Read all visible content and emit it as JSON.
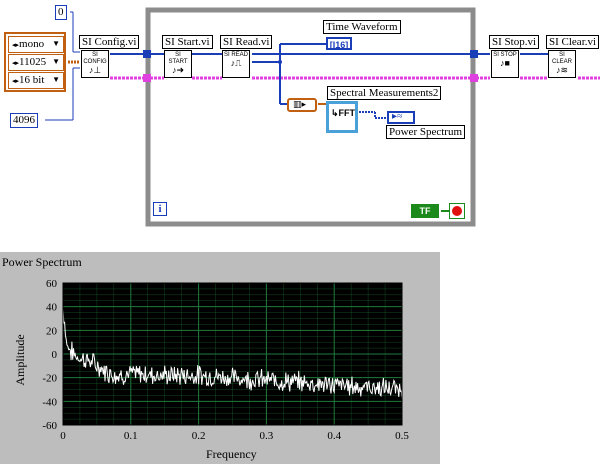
{
  "diagram": {
    "inputs": {
      "constant_top": "0",
      "mono": "mono",
      "rate": "11025",
      "bits": "16 bit",
      "buffer": "4096"
    },
    "nodes": {
      "config_label": "SI Config.vi",
      "config_icon": "SI CONFIG",
      "start_label": "SI Start.vi",
      "start_icon": "SI START",
      "read_label": "SI Read.vi",
      "read_icon": "SI READ",
      "stop_label": "SI Stop.vi",
      "stop_icon": "SI STOP",
      "clear_label": "SI Clear.vi",
      "clear_icon": "SI CLEAR",
      "waveform_label": "Time Waveform",
      "waveform_term": "[I16]",
      "spectral_label": "Spectral Measurements2",
      "fft_icon": "FFT",
      "power_label": "Power Spectrum",
      "loop_iter": "i",
      "bool_const": "TF"
    },
    "colors": {
      "wire_blue": "#1a3db8",
      "wire_pink": "#e040e0",
      "wire_orange": "#c06010",
      "loop_frame": "#8c8c8c",
      "graph_bg": "#000000",
      "grid": "#1f7a3a",
      "trace": "#ffffff",
      "stop_red": "#e01010",
      "bool_green": "#1b8a1b"
    }
  },
  "graph": {
    "title": "Power Spectrum",
    "chart_data": {
      "type": "line",
      "title": "Power Spectrum",
      "xlabel": "Frequency",
      "ylabel": "Amplitude",
      "xlim": [
        0,
        0.5
      ],
      "ylim": [
        -60,
        60
      ],
      "x_ticks": [
        "0",
        "0.1",
        "0.2",
        "0.3",
        "0.4",
        "0.5"
      ],
      "y_ticks": [
        "60",
        "40",
        "20",
        "0",
        "-20",
        "-40",
        "-60"
      ],
      "grid": true,
      "series": [
        {
          "x": [
            0,
            0.002,
            0.005,
            0.01,
            0.02,
            0.03,
            0.04,
            0.05,
            0.06,
            0.08,
            0.1,
            0.12,
            0.15,
            0.2,
            0.25,
            0.3,
            0.35,
            0.4,
            0.45,
            0.5
          ],
          "values": [
            38,
            30,
            10,
            3,
            -2,
            -4,
            -6,
            -10,
            -14,
            -18,
            -17,
            -17,
            -18,
            -18,
            -20,
            -22,
            -24,
            -26,
            -28,
            -30
          ]
        }
      ]
    }
  }
}
